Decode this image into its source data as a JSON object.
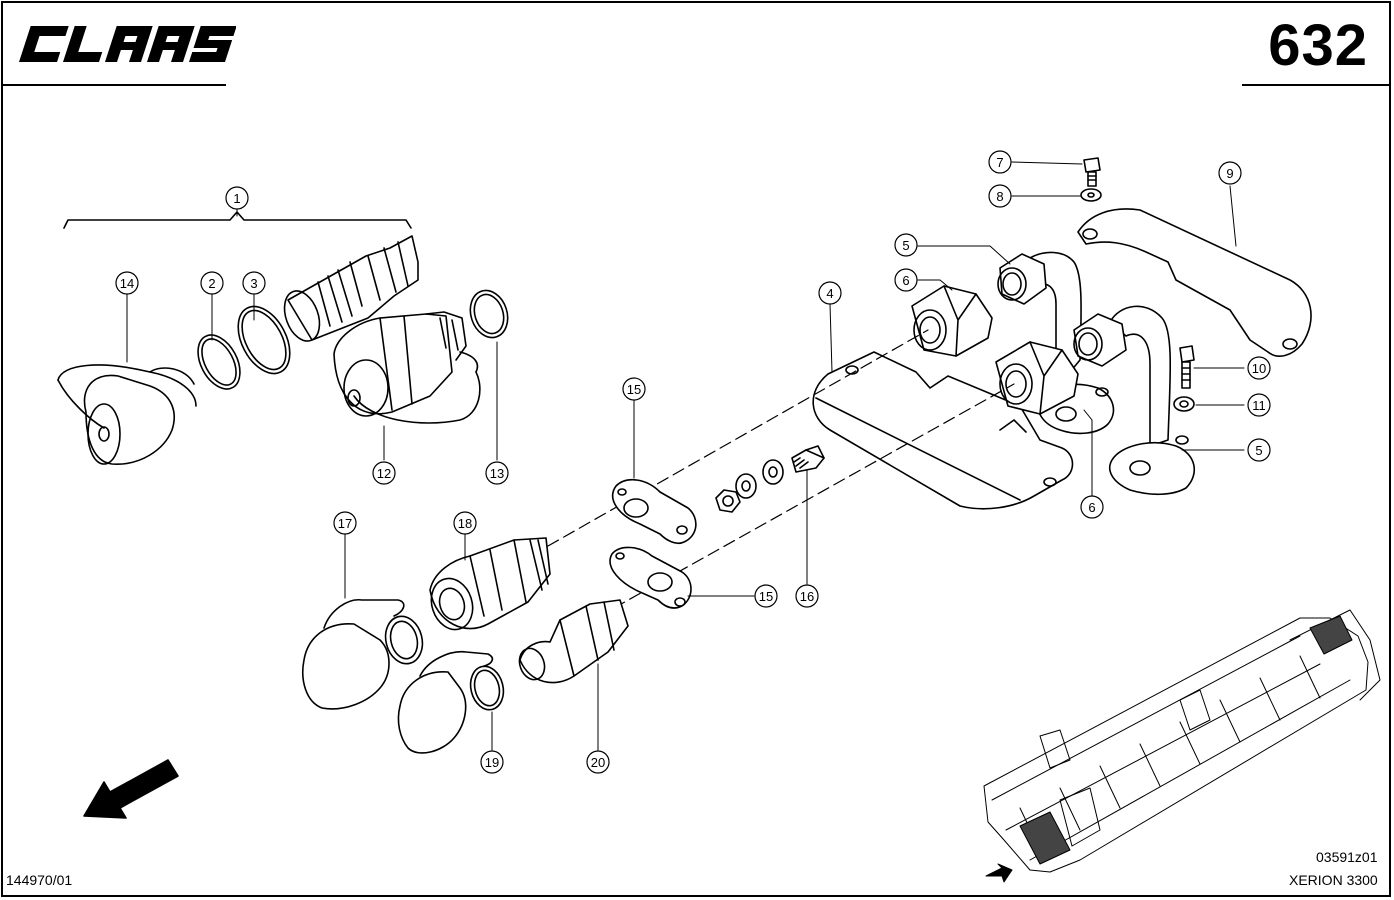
{
  "header": {
    "brand": "CLAAS",
    "page_number": "632"
  },
  "footer": {
    "document_number": "144970/01",
    "drawing_code": "03591z01",
    "model": "XERION 3300"
  },
  "callouts": [
    "1",
    "2",
    "3",
    "4",
    "5",
    "5",
    "6",
    "6",
    "7",
    "8",
    "9",
    "10",
    "11",
    "12",
    "13",
    "14",
    "15",
    "15",
    "16",
    "17",
    "18",
    "19",
    "20"
  ],
  "icons": {
    "direction_arrow": "direction-arrow-icon",
    "frame_locator": "tractor-frame-locator-icon"
  }
}
